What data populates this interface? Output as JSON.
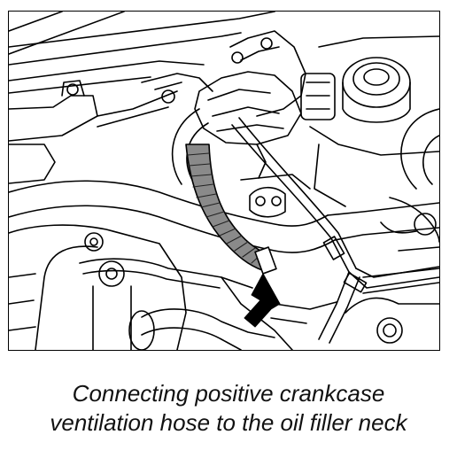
{
  "caption": {
    "line1": "Connecting positive crankcase",
    "line2": "ventilation hose to the oil filler neck"
  },
  "icons": {
    "arrow": "up-right-pointer-arrow",
    "hose": "corrugated-hose"
  },
  "colors": {
    "ink": "#000000",
    "paper": "#ffffff",
    "hose": "#8a8a8a"
  }
}
